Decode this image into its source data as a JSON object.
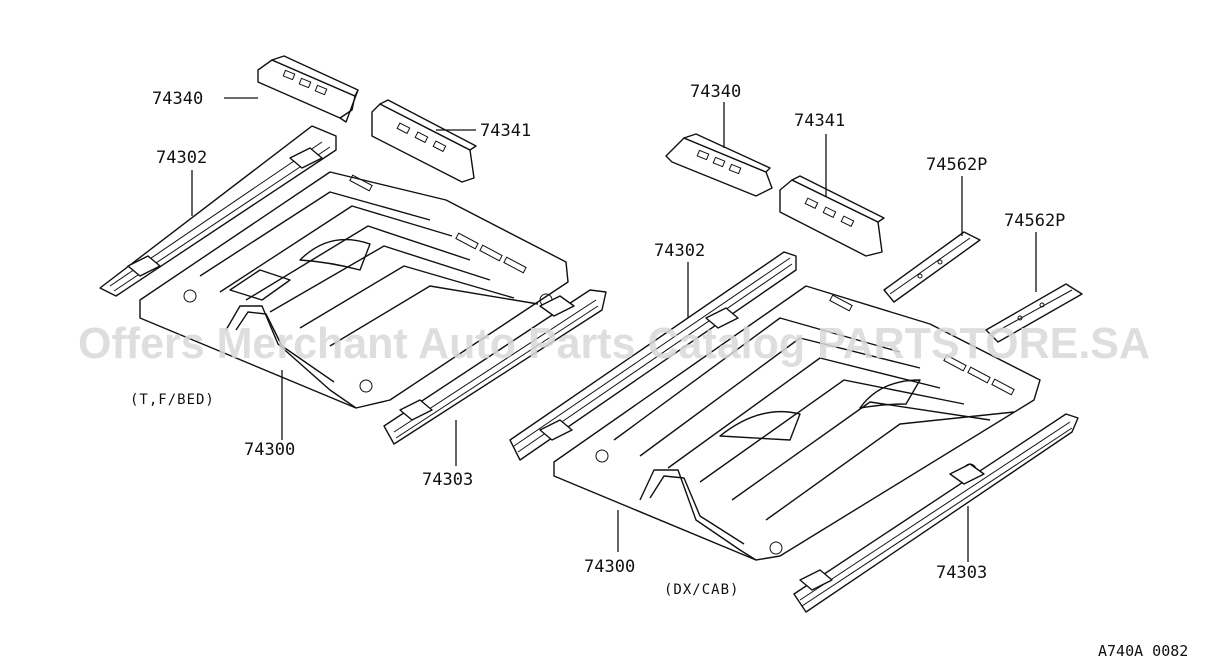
{
  "watermark": "Offers Merchant Auto Parts Catalog PARTSTORE.SA",
  "diagram_code": "A740A 0082",
  "left_assembly": {
    "variant_note": "(T,F/BED)",
    "labels": {
      "cross_member_front": "74340",
      "cross_member_rear": "74341",
      "side_member_inner": "74302",
      "floor_panel": "74300",
      "side_member_outer": "74303"
    }
  },
  "right_assembly": {
    "variant_note": "(DX/CAB)",
    "labels": {
      "cross_member_front": "74340",
      "cross_member_rear": "74341",
      "reinforcement_a": "74562P",
      "reinforcement_b": "74562P",
      "side_member_inner": "74302",
      "floor_panel": "74300",
      "side_member_outer": "74303"
    }
  }
}
